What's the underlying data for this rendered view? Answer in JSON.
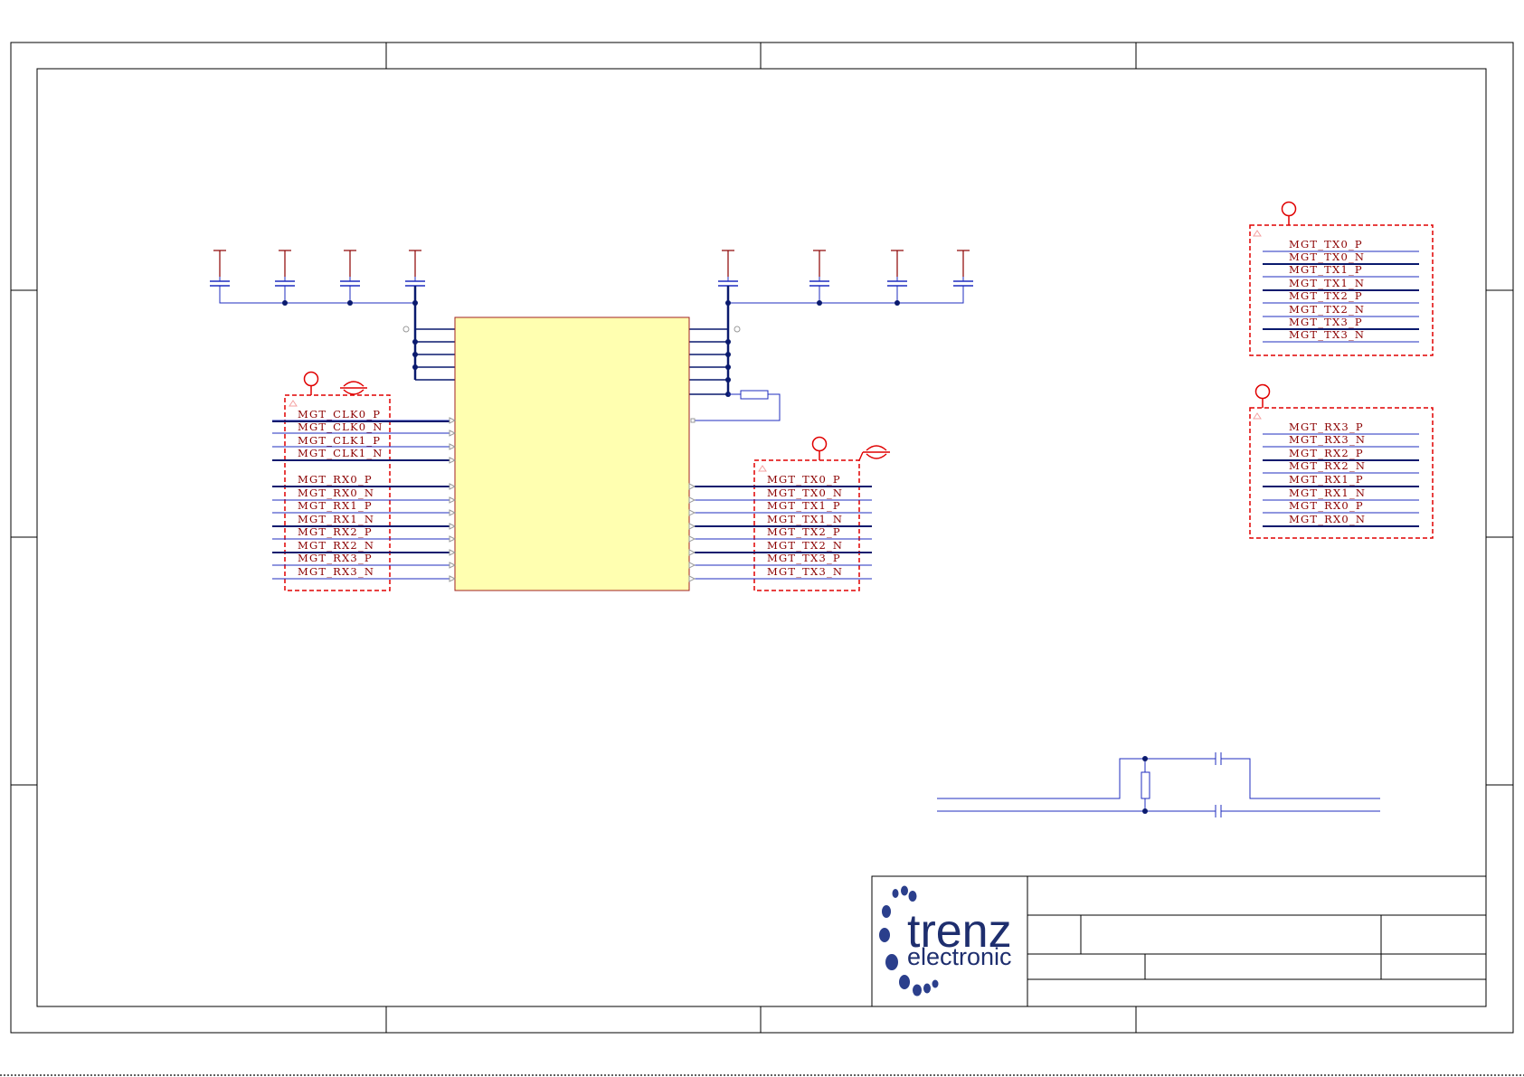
{
  "colors": {
    "frame": "#000000",
    "wire": "#1f2dbf",
    "bus": "#0a1a6e",
    "label": "#8b0000",
    "power": "#8b0000",
    "harness": "#e00000",
    "ic_fill": "#ffffb0",
    "ic_border": "#a02020",
    "logo": "#1e2e6e"
  },
  "logo": {
    "main": "trenz",
    "sub": "electronic"
  },
  "left_harness": {
    "clk_labels": [
      "MGT_CLK0_P",
      "MGT_CLK0_N",
      "MGT_CLK1_P",
      "MGT_CLK1_N"
    ],
    "rx_labels": [
      "MGT_RX0_P",
      "MGT_RX0_N",
      "MGT_RX1_P",
      "MGT_RX1_N",
      "MGT_RX2_P",
      "MGT_RX2_N",
      "MGT_RX3_P",
      "MGT_RX3_N"
    ]
  },
  "center_tx_harness": {
    "labels": [
      "MGT_TX0_P",
      "MGT_TX0_N",
      "MGT_TX1_P",
      "MGT_TX1_N",
      "MGT_TX2_P",
      "MGT_TX2_N",
      "MGT_TX3_P",
      "MGT_TX3_N"
    ]
  },
  "right_tx_harness": {
    "labels": [
      "MGT_TX0_P",
      "MGT_TX0_N",
      "MGT_TX1_P",
      "MGT_TX1_N",
      "MGT_TX2_P",
      "MGT_TX2_N",
      "MGT_TX3_P",
      "MGT_TX3_N"
    ]
  },
  "right_rx_harness": {
    "labels": [
      "MGT_RX3_P",
      "MGT_RX3_N",
      "MGT_RX2_P",
      "MGT_RX2_N",
      "MGT_RX1_P",
      "MGT_RX1_N",
      "MGT_RX0_P",
      "MGT_RX0_N"
    ]
  }
}
